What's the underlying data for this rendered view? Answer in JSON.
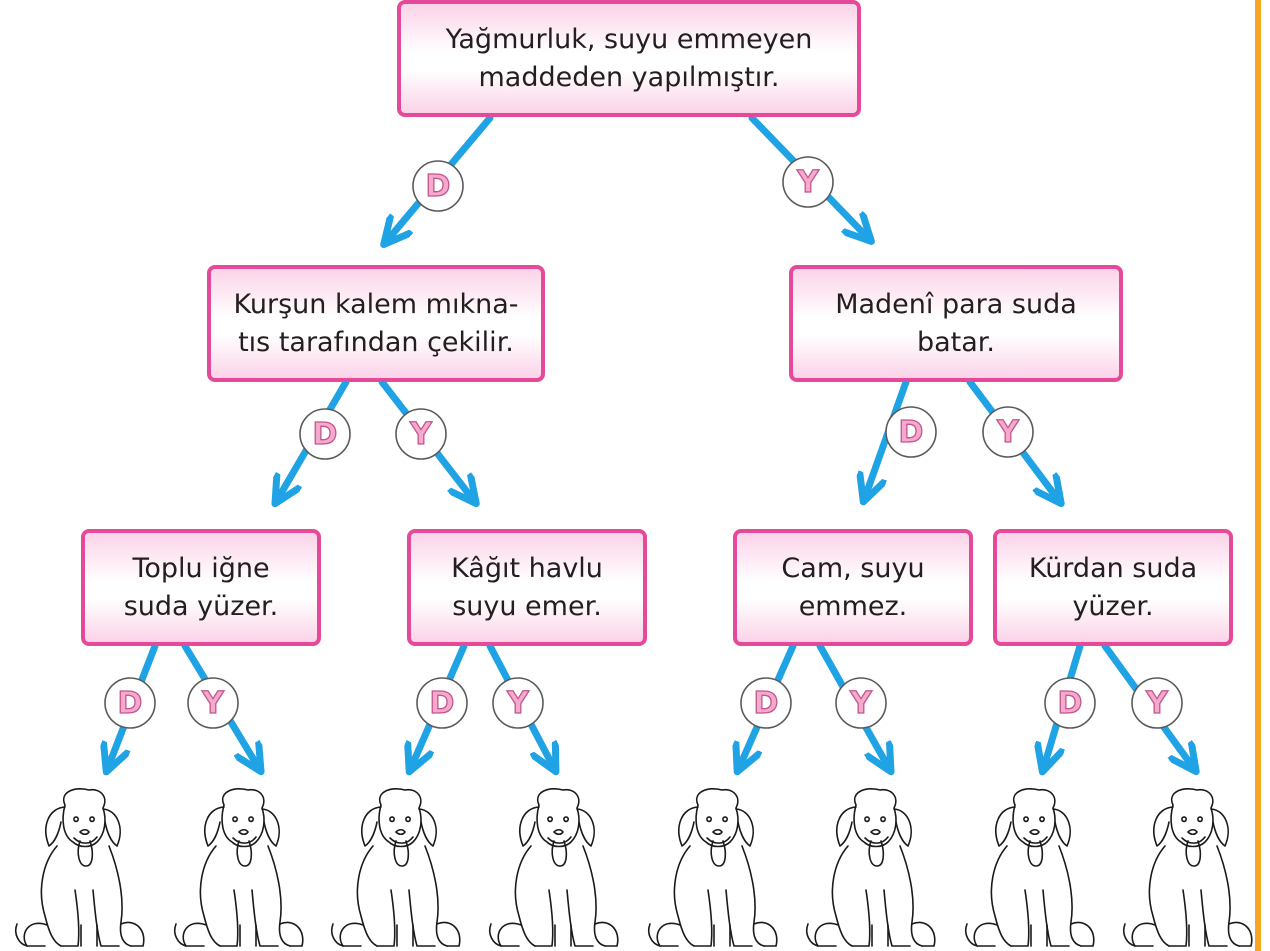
{
  "colors": {
    "box_border": "#e54a9a",
    "box_fill": "#fbd3e8",
    "arrow": "#1fa3e4",
    "badge_letter": "#f4a9cd",
    "side_rule": "#f5a623"
  },
  "badges": {
    "true_letter": "D",
    "false_letter": "Y"
  },
  "tree": {
    "root": "Yağmurluk, suyu emmeyen\nmaddeden yapılmıştır.",
    "level2": [
      "Kurşun kalem mıkna-\ntıs tarafından çekilir.",
      "Madenî para suda\nbatar."
    ],
    "level3": [
      "Toplu iğne\nsuda yüzer.",
      "Kâğıt havlu\nsuyu emer.",
      "Cam, suyu\nemmez.",
      "Kürdan suda\nyüzer."
    ]
  },
  "outcome_icon": "dog-icon",
  "outcome_count": 8
}
